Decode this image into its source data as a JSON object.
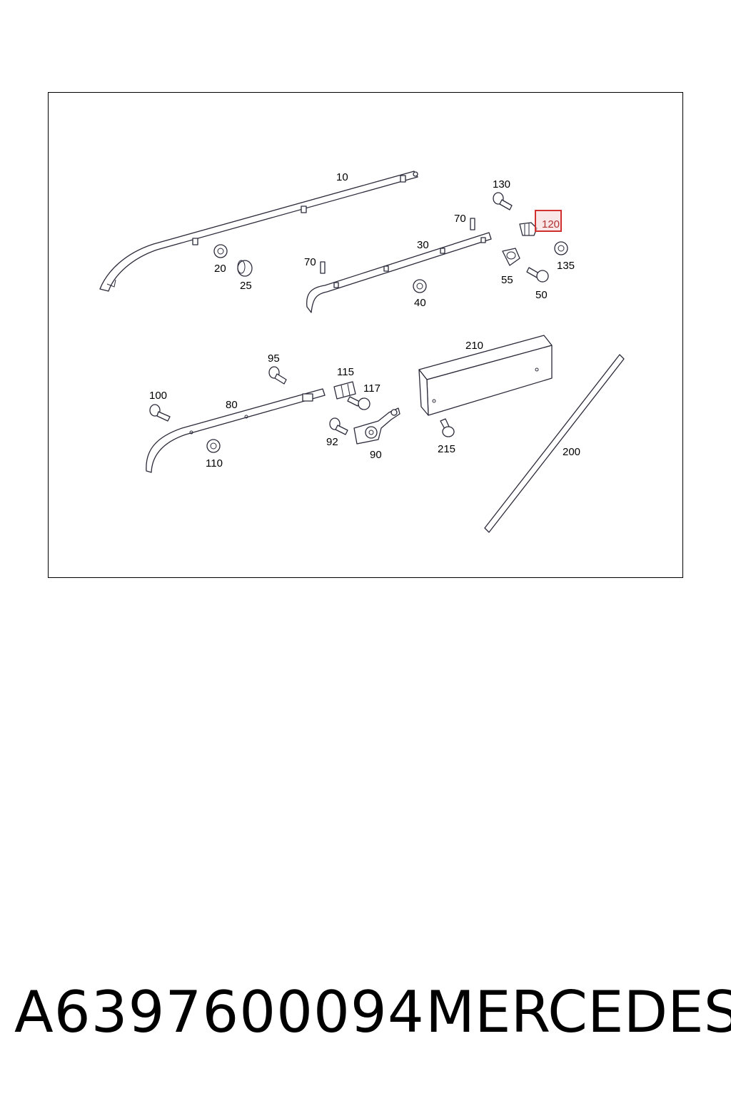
{
  "diagram": {
    "labels": {
      "p10": "10",
      "p20": "20",
      "p25": "25",
      "p30": "30",
      "p40": "40",
      "p50": "50",
      "p55": "55",
      "p70a": "70",
      "p70b": "70",
      "p80": "80",
      "p90": "90",
      "p92": "92",
      "p95": "95",
      "p100": "100",
      "p110": "110",
      "p115": "115",
      "p117": "117",
      "p120": "120",
      "p130": "130",
      "p135": "135",
      "p200": "200",
      "p210": "210",
      "p215": "215"
    },
    "highlight_color": "#d03030"
  },
  "footer": {
    "part_number": "A6397600094",
    "brand": "MERCEDES"
  }
}
